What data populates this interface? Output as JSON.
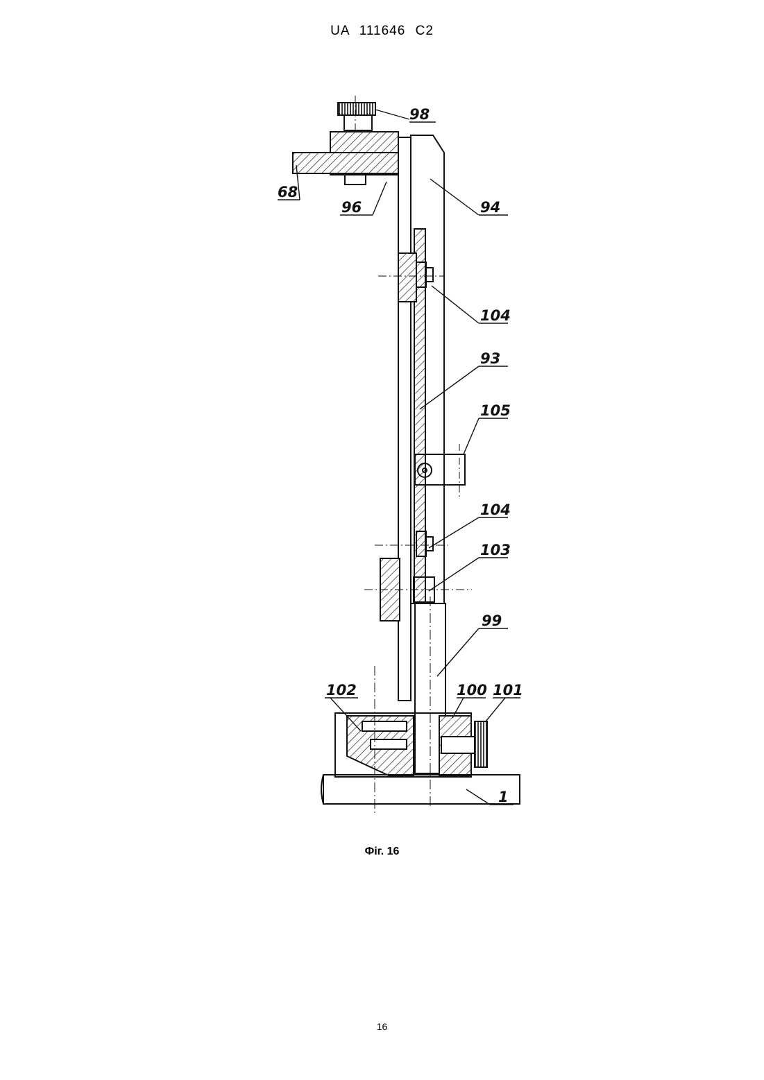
{
  "document": {
    "header": "UA 111646 C2",
    "caption": "Фіг. 16",
    "page_number": "16"
  },
  "drawing": {
    "labels": [
      "98",
      "68",
      "96",
      "94",
      "104",
      "93",
      "105",
      "104",
      "103",
      "99",
      "102",
      "100",
      "101",
      "1"
    ]
  }
}
